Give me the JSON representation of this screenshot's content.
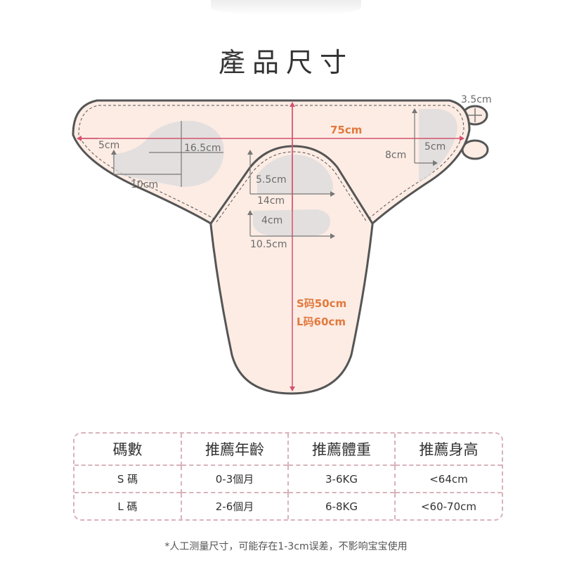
{
  "title": "產品尺寸",
  "dimensions": {
    "width_total": "75cm",
    "length_main": "S码50cm",
    "length_large": "L码60cm",
    "ear": "3.5cm",
    "pad_left_height": "5cm",
    "pad_left_width": "16.5cm",
    "pad_left_inner": "10cm",
    "pad_center_height": "5.5cm",
    "pad_center_width": "14cm",
    "pad_small_height": "4cm",
    "pad_small_width": "10.5cm",
    "pad_right_height": "8cm",
    "pad_right_width": "5cm"
  },
  "colors": {
    "fabric": "#fcece4",
    "outline": "#555555",
    "accent": "#e2793e",
    "arrow": "#d4536f",
    "pad": "#dcdcdc",
    "table_border": "#d9b3bb"
  },
  "size_table": {
    "headers": [
      "碼數",
      "推薦年齡",
      "推薦體重",
      "推薦身高"
    ],
    "rows": [
      [
        "S 碼",
        "0-3個月",
        "3-6KG",
        "<64cm"
      ],
      [
        "L 碼",
        "2-6個月",
        "6-8KG",
        "<60-70cm"
      ]
    ]
  },
  "note": "*人工测量尺寸，可能存在1-3cm误差，不影响宝宝使用"
}
